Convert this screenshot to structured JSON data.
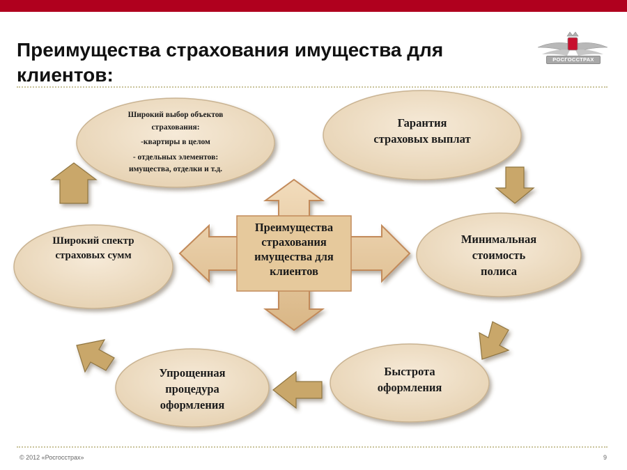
{
  "slide": {
    "title": "Преимущества страхования имущества для клиентов:",
    "footer": "© 2012 «Росгосстрах»",
    "page_number": "9"
  },
  "logo": {
    "text": "РОСГОССТРАХ",
    "colors": {
      "gray": "#a8a8a8",
      "red": "#c8102e"
    }
  },
  "diagram": {
    "center": {
      "lines": [
        "Преимущества",
        "страхования",
        "имущества для",
        "клиентов"
      ]
    },
    "nodes": [
      {
        "id": "wide-choice",
        "lines": [
          "Широкий выбор объектов",
          "страхования:",
          "-квартиры в целом",
          "- отдельных элементов:",
          "имущества, отделки и т.д."
        ]
      },
      {
        "id": "guarantee",
        "lines": [
          "Гарантия",
          "страховых выплат"
        ]
      },
      {
        "id": "min-cost",
        "lines": [
          "Минимальная",
          "стоимость",
          "полиса"
        ]
      },
      {
        "id": "fast",
        "lines": [
          "Быстрота",
          "оформления"
        ]
      },
      {
        "id": "simple",
        "lines": [
          "Упрощенная",
          "процедура",
          "оформления"
        ]
      },
      {
        "id": "wide-range",
        "lines": [
          "Широкий спектр",
          "страховых сумм"
        ]
      }
    ],
    "colors": {
      "ellipse_fill": "#efdfc8",
      "ellipse_stroke": "#c9b392",
      "arrow_fill": "#c9a76a",
      "arrow_stroke": "#8f7440",
      "center_fill": "#e4c89f",
      "center_stroke": "#c28a5a"
    }
  }
}
